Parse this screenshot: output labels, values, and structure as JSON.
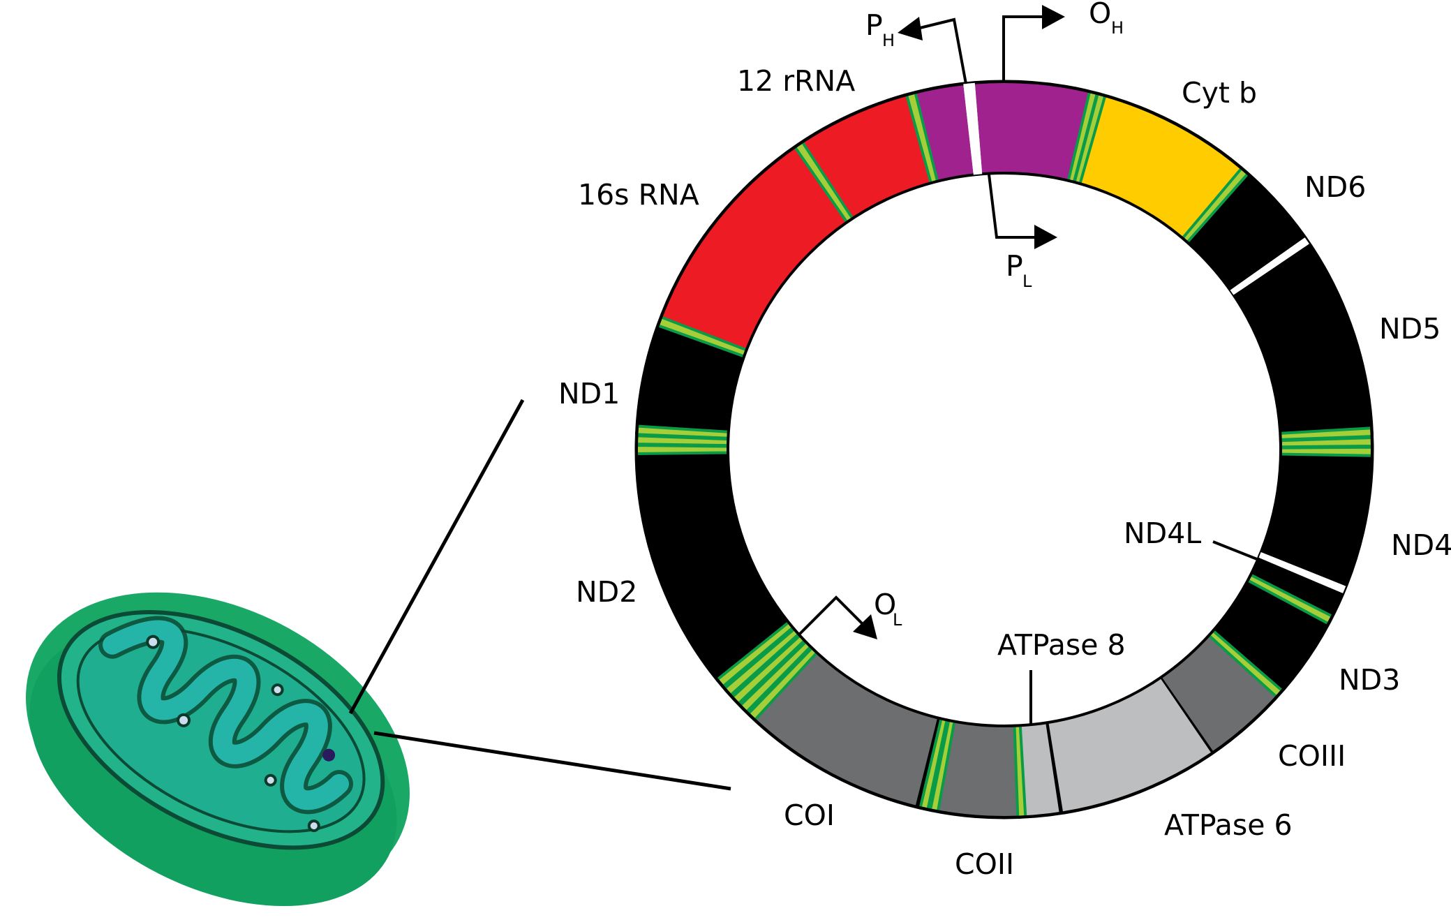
{
  "title": "Human mitochondrial DNA map",
  "colors": {
    "rRNA": "#ed1c24",
    "control_region": "#a0228f",
    "cyt_b": "#ffcc00",
    "nd": "#000000",
    "co_dark": "#6d6e70",
    "atp_light": "#bcbec0",
    "trna_fill": "#a6ce39",
    "trna_stroke": "#0a9b48",
    "gap": "#ffffff",
    "mito_body": "#1aa866"
  },
  "segments": [
    {
      "name": "control-region",
      "from": -14.0,
      "to": 13.5,
      "color": "control_region"
    },
    {
      "name": "cyt-b",
      "from": 15.0,
      "to": 40.2,
      "color": "cyt_b"
    },
    {
      "name": "nd6",
      "from": 41.5,
      "to": 55.0,
      "color": "nd"
    },
    {
      "name": "nd5",
      "from": 55.0,
      "to": 111.5,
      "color": "nd"
    },
    {
      "name": "nd4l",
      "from": 113.5,
      "to": 131.0,
      "color": "nd"
    },
    {
      "name": "coiii",
      "from": 132.2,
      "to": 145.5,
      "color": "co_dark"
    },
    {
      "name": "atpase6",
      "from": 145.5,
      "to": 171.1,
      "color": "atp_light"
    },
    {
      "name": "atpase8",
      "from": 171.1,
      "to": 176.6,
      "color": "atp_light"
    },
    {
      "name": "coii",
      "from": 178.0,
      "to": 190.3,
      "color": "co_dark"
    },
    {
      "name": "coi",
      "from": 194.0,
      "to": 222.6,
      "color": "co_dark"
    },
    {
      "name": "nd2",
      "from": 232.0,
      "to": 289.5,
      "color": "nd"
    },
    {
      "name": "rrna-16s",
      "from": 291.3,
      "to": 325.3,
      "color": "rRNA"
    },
    {
      "name": "rrna-12s",
      "from": 326.8,
      "to": 345.3,
      "color": "rRNA"
    }
  ],
  "trna_bands": [
    {
      "at": -14.7,
      "width": 1.4
    },
    {
      "at": 14.0,
      "width": 1.2
    },
    {
      "at": 15.3,
      "width": 1.2
    },
    {
      "at": 40.8,
      "width": 1.3
    },
    {
      "at": 87.3,
      "width": 1.3
    },
    {
      "at": 88.8,
      "width": 1.3
    },
    {
      "at": 90.3,
      "width": 1.3
    },
    {
      "at": 117.6,
      "width": 1.3
    },
    {
      "at": 131.6,
      "width": 1.3
    },
    {
      "at": 177.3,
      "width": 1.2
    },
    {
      "at": 191.0,
      "width": 1.2
    },
    {
      "at": 192.6,
      "width": 1.2
    },
    {
      "at": 223.4,
      "width": 1.4
    },
    {
      "at": 225.2,
      "width": 1.4
    },
    {
      "at": 227.0,
      "width": 1.4
    },
    {
      "at": 228.8,
      "width": 1.4
    },
    {
      "at": 230.6,
      "width": 1.4
    },
    {
      "at": 270.0,
      "width": 1.3
    },
    {
      "at": 271.5,
      "width": 1.3
    },
    {
      "at": 273.0,
      "width": 1.3
    },
    {
      "at": 290.4,
      "width": 1.4
    },
    {
      "at": 326.0,
      "width": 1.4
    }
  ],
  "gaps": [
    {
      "at": -5.5,
      "width": 1.8,
      "type": "white"
    },
    {
      "at": 55.4,
      "width": 1.2,
      "type": "white"
    },
    {
      "at": 112.4,
      "width": 1.2,
      "type": "white"
    },
    {
      "at": 145.5,
      "width": 0.4,
      "type": "black"
    },
    {
      "at": 171.1,
      "width": 0.6,
      "type": "black"
    }
  ],
  "labels": {
    "rrna12": "12 rRNA",
    "rrna16": "16s RNA",
    "cytb": "Cyt b",
    "nd6": "ND6",
    "nd5": "ND5",
    "nd4": "ND4",
    "nd4l": "ND4L",
    "nd3": "ND3",
    "coiii": "COIII",
    "atpase6": "ATPase 6",
    "atpase8": "ATPase 8",
    "coii": "COII",
    "coi": "COI",
    "nd2": "ND2",
    "nd1": "ND1"
  },
  "markers": {
    "ph": {
      "main": "P",
      "sub": "H"
    },
    "oh": {
      "main": "O",
      "sub": "H"
    },
    "pl": {
      "main": "P",
      "sub": "L"
    },
    "ol": {
      "main": "O",
      "sub": "L"
    }
  }
}
